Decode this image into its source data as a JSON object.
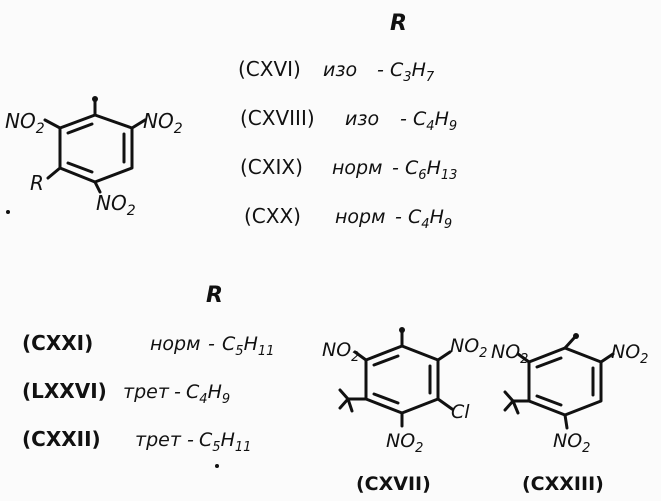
{
  "top": {
    "r_header": "R",
    "ring": {
      "no2_left": "NO",
      "no2_right": "NO",
      "no2_bottom": "NO",
      "sub": "2",
      "r_label": "R"
    },
    "rows": [
      {
        "code": "(CXVI)",
        "prefix": "изо",
        "formula": "C3H7"
      },
      {
        "code": "(CXVIII)",
        "prefix": "изо",
        "formula": "C4H9"
      },
      {
        "code": "(CXIX)",
        "prefix": "норм",
        "formula": "C6H13"
      },
      {
        "code": "(CXX)",
        "prefix": "норм",
        "formula": "C4H9"
      }
    ]
  },
  "bottom": {
    "r_header": "R",
    "rows": [
      {
        "code": "(CXXI)",
        "prefix": "норм",
        "formula": "C5H11"
      },
      {
        "code": "(LXXVI)",
        "prefix": "трет",
        "formula": "C4H9"
      },
      {
        "code": "(CXXII)",
        "prefix": "трет",
        "formula": "C5H11"
      }
    ],
    "ring_cxvii": {
      "no2_left": "NO",
      "no2_right": "NO",
      "no2_bottom": "NO",
      "sub": "2",
      "cl": "Cl",
      "label": "(CXVII)"
    },
    "ring_cxxiii": {
      "no2_left": "NO",
      "no2_right": "NO",
      "no2_bottom": "NO",
      "sub": "2",
      "label": "(CXXIII)"
    }
  }
}
